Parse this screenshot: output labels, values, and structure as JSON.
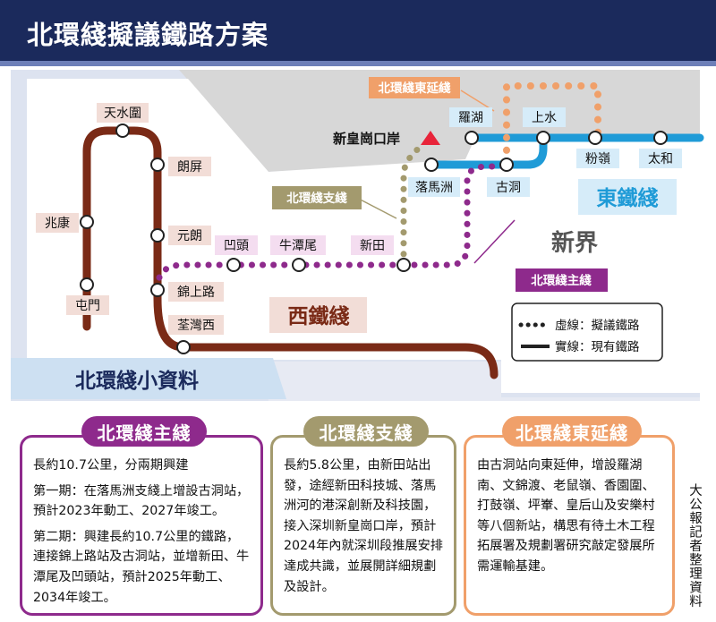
{
  "title": "北環綫擬議鐵路方案",
  "map": {
    "region_label": "新界",
    "west_rail_label": "西鐵綫",
    "east_rail_label": "東鐵綫",
    "checkpoint_label": "新皇崗口岸",
    "callouts": {
      "east_extension": "北環綫東延綫",
      "spur": "北環綫支綫",
      "main": "北環綫主綫"
    },
    "stations": {
      "tin_shui_wai": "天水圍",
      "long_ping": "朗屏",
      "siu_hong": "兆康",
      "yuen_long": "元朗",
      "tuen_mun": "屯門",
      "kam_sheung_road": "錦上路",
      "tsuen_wan_west": "荃灣西",
      "au_tau": "凹頭",
      "ngau_tam_mei": "牛潭尾",
      "san_tin": "新田",
      "lok_ma_chau": "落馬洲",
      "kwu_tung": "古洞",
      "lo_wu": "羅湖",
      "sheung_shui": "上水",
      "fanling": "粉嶺",
      "tai_wo": "太和"
    },
    "legend": {
      "dotted": "虛線：擬議鐵路",
      "solid": "實線：現有鐵路"
    },
    "colors": {
      "west_rail": "#7a2a16",
      "east_rail": "#1f9bd7",
      "main_line": "#8e2a8c",
      "spur": "#a39a6e",
      "east_extension": "#f0a06a"
    }
  },
  "info_title": "北環綫小資料",
  "cards": {
    "main": {
      "title": "北環綫主綫",
      "p1": "長約10.7公里，分兩期興建",
      "p2": "第一期：在落馬洲支綫上增設古洞站，預計2023年動工、2027年竣工。",
      "p3": "第二期：興建長約10.7公里的鐵路，連接錦上路站及古洞站，並增新田、牛潭尾及凹頭站，預計2025年動工、2034年竣工。"
    },
    "spur": {
      "title": "北環綫支綫",
      "p1": "長約5.8公里，由新田站出發，途經新田科技城、落馬洲河的港深創新及科技園，接入深圳新皇崗口岸，預計2024年內就深圳段推展安排達成共識，並展開詳細規劃及設計。"
    },
    "east": {
      "title": "北環綫東延綫",
      "p1": "由古洞站向東延伸，增設羅湖南、文錦渡、老鼠嶺、香園圍、打鼓嶺、坪輋、皇后山及安樂村等八個新站，構思有待土木工程拓展署及規劃署研究敲定發展所需運輸基建。"
    }
  },
  "credit": "大公報記者整理資料"
}
